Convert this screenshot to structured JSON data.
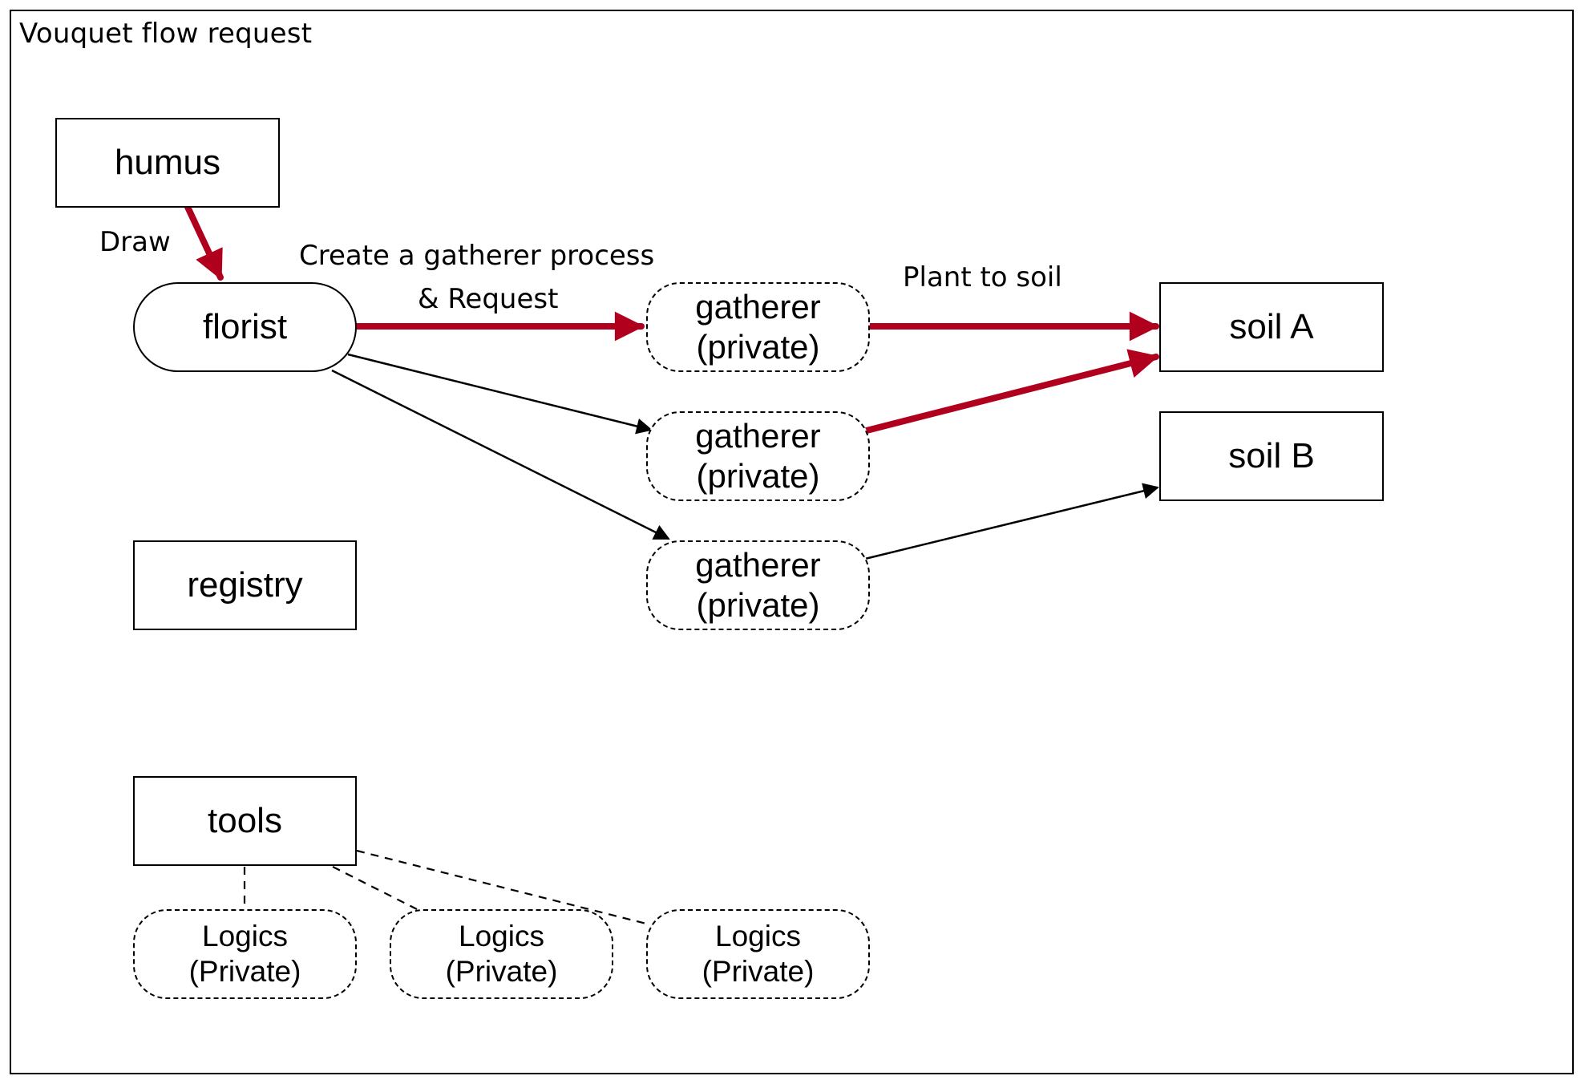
{
  "diagram": {
    "title": "Vouquet flow request",
    "nodes": {
      "humus": "humus",
      "florist": "florist",
      "registry": "registry",
      "tools": "tools",
      "soil_a": "soil A",
      "soil_b": "soil B",
      "gatherer_1": [
        "gatherer",
        "(private)"
      ],
      "gatherer_2": [
        "gatherer",
        "(private)"
      ],
      "gatherer_3": [
        "gatherer",
        "(private)"
      ],
      "logics_1": [
        "Logics",
        "(Private)"
      ],
      "logics_2": [
        "Logics",
        "(Private)"
      ],
      "logics_3": [
        "Logics",
        "(Private)"
      ]
    },
    "edge_labels": {
      "draw": "Draw",
      "create_line1": "Create a gatherer process",
      "create_line2": "& Request",
      "plant": "Plant to soil"
    },
    "edges": [
      {
        "from": "humus",
        "to": "florist",
        "style": "highlight",
        "label": "Draw"
      },
      {
        "from": "florist",
        "to": "gatherer_1",
        "style": "highlight",
        "label": "Create a gatherer process & Request"
      },
      {
        "from": "florist",
        "to": "gatherer_2",
        "style": "normal"
      },
      {
        "from": "florist",
        "to": "gatherer_3",
        "style": "normal"
      },
      {
        "from": "gatherer_1",
        "to": "soil_a",
        "style": "highlight",
        "label": "Plant to soil"
      },
      {
        "from": "gatherer_2",
        "to": "soil_a",
        "style": "highlight"
      },
      {
        "from": "gatherer_3",
        "to": "soil_b",
        "style": "normal"
      },
      {
        "from": "tools",
        "to": "logics_1",
        "style": "dashed"
      },
      {
        "from": "tools",
        "to": "logics_2",
        "style": "dashed"
      },
      {
        "from": "tools",
        "to": "logics_3",
        "style": "dashed"
      }
    ],
    "colors": {
      "highlight": "#b0001e",
      "normal": "#000000"
    }
  }
}
